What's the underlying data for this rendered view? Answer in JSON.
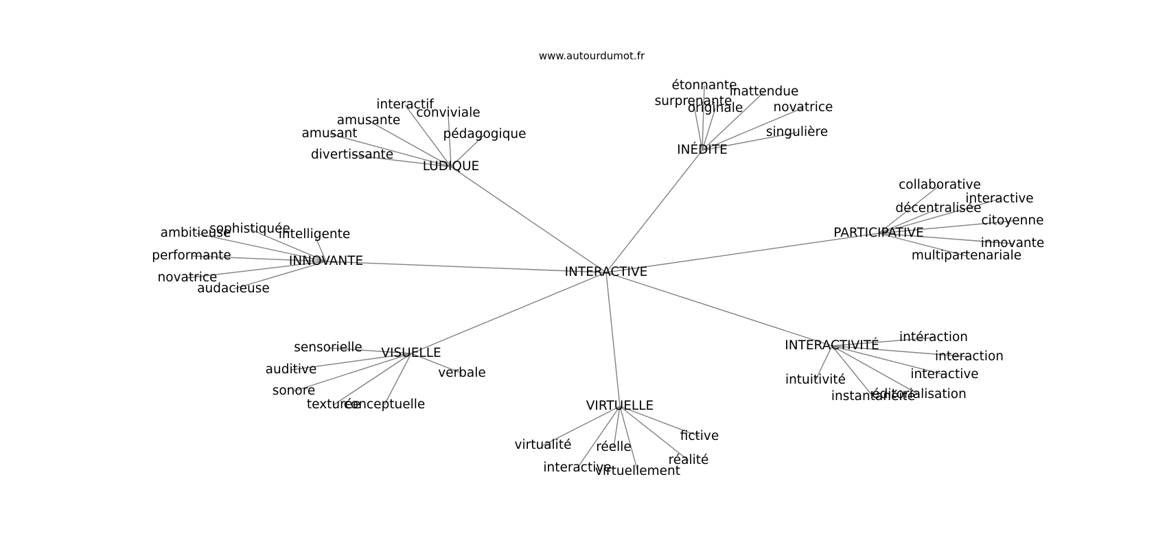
{
  "watermark": "www.autourdumot.fr",
  "colors": {
    "edge": "#808080",
    "text": "#000000",
    "background": "#ffffff"
  },
  "graph": {
    "center": "INTERACTIVE",
    "hubs": [
      {
        "label": "LUDIQUE",
        "words": [
          "interactif",
          "conviviale",
          "amusante",
          "amusant",
          "pédagogique",
          "divertissante"
        ]
      },
      {
        "label": "INÉDITE",
        "words": [
          "étonnante",
          "surprenante",
          "inattendue",
          "originale",
          "novatrice",
          "singulière"
        ]
      },
      {
        "label": "PARTICIPATIVE",
        "words": [
          "collaborative",
          "interactive",
          "décentralisée",
          "citoyenne",
          "innovante",
          "multipartenariale"
        ]
      },
      {
        "label": "INNOVANTE",
        "words": [
          "ambitieuse",
          "sophistiquée",
          "intelligente",
          "performante",
          "novatrice",
          "audacieuse"
        ]
      },
      {
        "label": "VISUELLE",
        "words": [
          "sensorielle",
          "auditive",
          "sonore",
          "texturée",
          "conceptuelle",
          "verbale"
        ]
      },
      {
        "label": "VIRTUELLE",
        "words": [
          "virtualité",
          "réelle",
          "interactive",
          "virtuellement",
          "fictive",
          "réalité"
        ]
      },
      {
        "label": "INTERACTIVITÉ",
        "words": [
          "intéraction",
          "interaction",
          "interactive",
          "intuitivité",
          "instantanéité",
          "éditorialisation"
        ]
      }
    ]
  }
}
